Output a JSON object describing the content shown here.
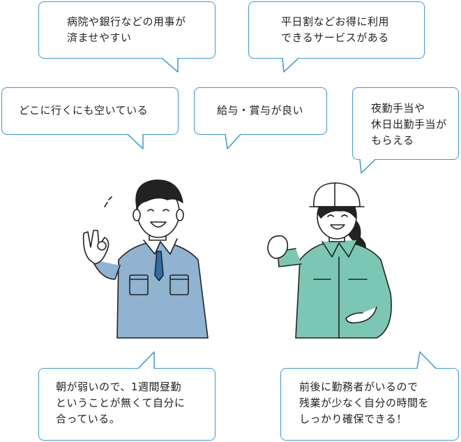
{
  "bubbles": {
    "hospital_bank": "病院や銀行などの用事が\n済ませやすい",
    "weekday_discount": "平日割などお得に利用\nできるサービスがある",
    "empty_anywhere": "どこに行くにも空いている",
    "salary_bonus": "給与・賞与が良い",
    "night_holiday_pay": "夜勤手当や\n休日出勤手当が\nもらえる",
    "morning_weak": "朝が弱いので、1週間昼勤\nということが無くて自分に\n合っている。",
    "before_after_staff": "前後に勤務者がいるので\n残業が少なく自分の時間を\nしっかり確保できる！"
  },
  "colors": {
    "bubble_border": "#3a9bd5",
    "man_uniform": "#8fb3d0",
    "woman_uniform": "#7cc7b3",
    "tie": "#2e6fa8",
    "outline": "#222222"
  },
  "figures": {
    "left": "male worker in blue uniform making OK sign",
    "right": "female worker in green uniform with helmet making fist pose"
  }
}
